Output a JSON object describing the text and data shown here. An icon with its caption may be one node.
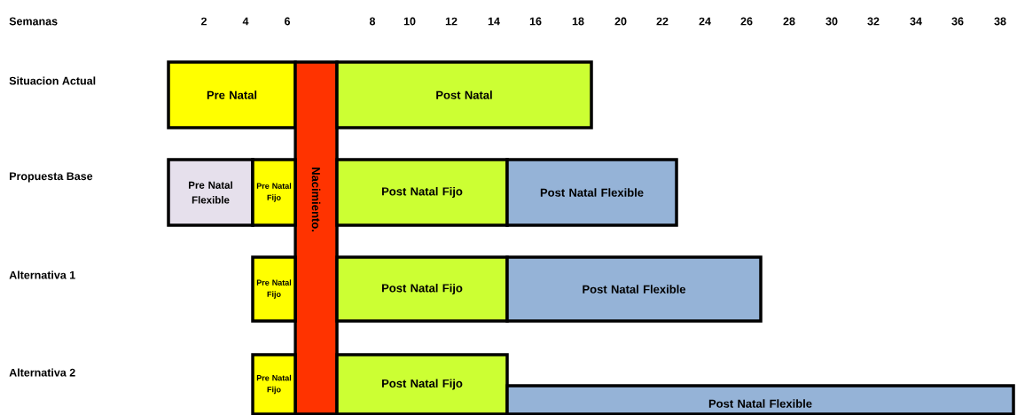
{
  "diagram": {
    "nodes": [
      {
        "text": [
          "Pre Natal"
        ]
      },
      {
        "text": [
          "Nacimiento."
        ]
      },
      {
        "text": [
          "Post Natal"
        ]
      },
      {
        "text": [
          "Pre Natal Flexible"
        ]
      },
      {
        "text": [
          "Pre Natal Fijo"
        ]
      },
      {
        "text": [
          "Post Natal Fijo"
        ]
      },
      {
        "text": [
          "Post Natal Flexible"
        ]
      },
      {
        "text": [
          "Pre Natal Fijo"
        ]
      },
      {
        "text": [
          "Post Natal Fijo"
        ]
      },
      {
        "text": [
          "Post Natal Flexible"
        ]
      },
      {
        "text": [
          "Pre Natal Fijo"
        ]
      },
      {
        "text": [
          "Post Natal Fijo"
        ]
      },
      {
        "text": [
          "Post Natal Flexible"
        ]
      }
    ],
    "labels": [
      "Semanas",
      "2",
      "4",
      "6",
      "8",
      "10",
      "12",
      "14",
      "16",
      "18",
      "20",
      "22",
      "24",
      "26",
      "28",
      "30",
      "32",
      "34",
      "36",
      "38",
      "Situacion Actual",
      "Propuesta Base",
      "Alternativa 1",
      "Alternativa 2"
    ]
  }
}
